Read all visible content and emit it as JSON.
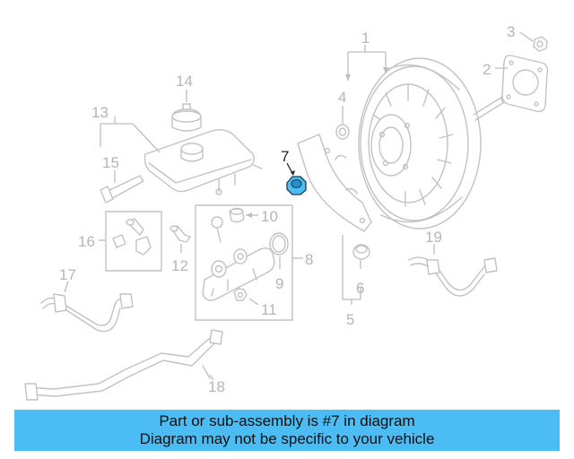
{
  "diagram": {
    "callouts": {
      "c1": "1",
      "c2": "2",
      "c3": "3",
      "c4": "4",
      "c5": "5",
      "c6": "6",
      "c7": "7",
      "c8": "8",
      "c9": "9",
      "c10": "10",
      "c11": "11",
      "c12": "12",
      "c13": "13",
      "c14": "14",
      "c15": "15",
      "c16": "16",
      "c17": "17",
      "c18": "18",
      "c19": "19"
    },
    "highlighted_part": "7",
    "colors": {
      "highlight": "#4bbcf4",
      "line_art": "#c2c2c2",
      "banner": "#4bbcf4"
    }
  },
  "banner": {
    "line1": "Part or sub-assembly is #7 in diagram",
    "line2": "Diagram may not be specific to your vehicle"
  }
}
